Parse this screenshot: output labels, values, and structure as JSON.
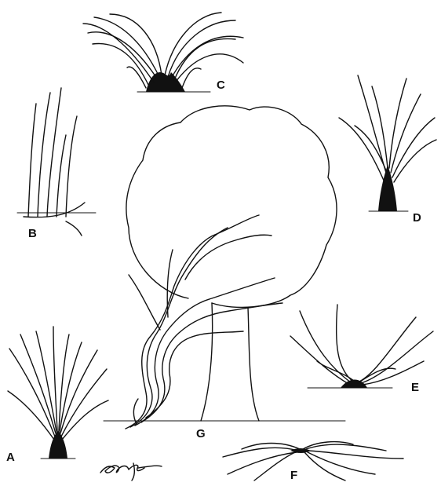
{
  "labels": {
    "a": "A",
    "b": "B",
    "c": "C",
    "d": "D",
    "e": "E",
    "f": "F",
    "g": "G"
  },
  "colors": {
    "ink": "#111111",
    "paper": "#ffffff"
  }
}
